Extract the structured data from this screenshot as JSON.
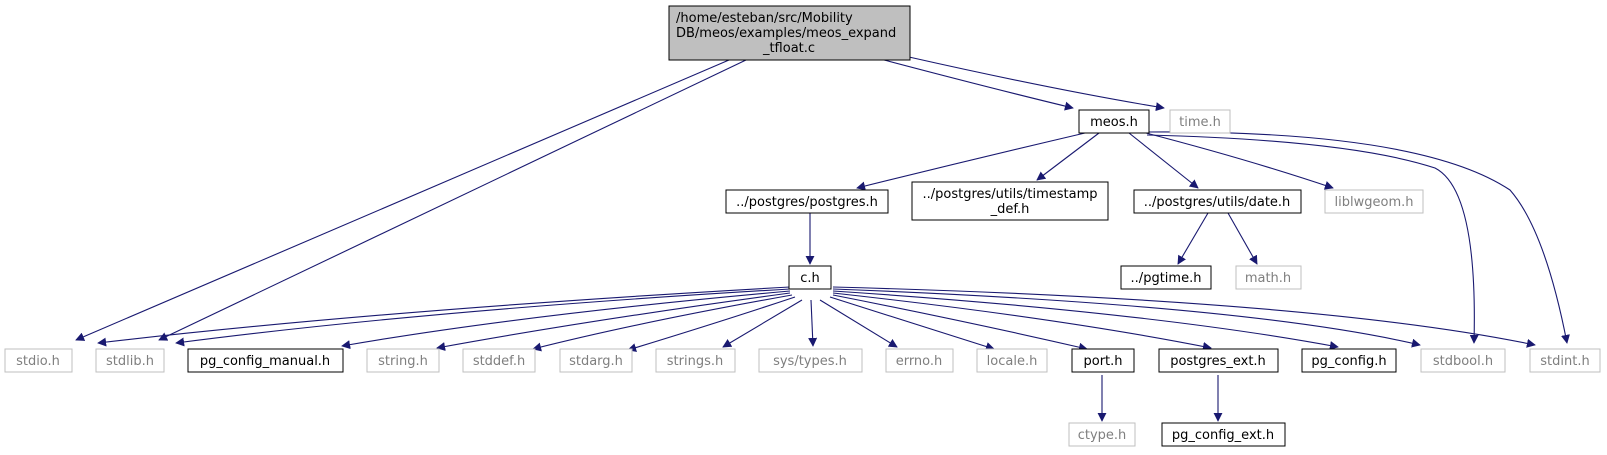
{
  "diagram": {
    "root": {
      "line1": "/home/esteban/src/Mobility",
      "line2": "DB/meos/examples/meos_expand",
      "line3": "_tfloat.c"
    },
    "nodes": {
      "meos_h": "meos.h",
      "time_h": "time.h",
      "postgres_h": "../postgres/postgres.h",
      "timestamp_def_line1": "../postgres/utils/timestamp",
      "timestamp_def_line2": "_def.h",
      "date_h": "../postgres/utils/date.h",
      "liblwgeom_h": "liblwgeom.h",
      "c_h": "c.h",
      "pgtime_h": "../pgtime.h",
      "math_h": "math.h",
      "stdio_h": "stdio.h",
      "stdlib_h": "stdlib.h",
      "pg_config_manual_h": "pg_config_manual.h",
      "string_h": "string.h",
      "stddef_h": "stddef.h",
      "stdarg_h": "stdarg.h",
      "strings_h": "strings.h",
      "sys_types_h": "sys/types.h",
      "errno_h": "errno.h",
      "locale_h": "locale.h",
      "port_h": "port.h",
      "postgres_ext_h": "postgres_ext.h",
      "pg_config_h": "pg_config.h",
      "stdbool_h": "stdbool.h",
      "stdint_h": "stdint.h",
      "ctype_h": "ctype.h",
      "pg_config_ext_h": "pg_config_ext.h"
    },
    "colors": {
      "edge": "#191970",
      "documented_border": "#000000",
      "external_border": "#bfbfbf",
      "external_text": "#7f7f7f",
      "root_fill": "#bfbfbf",
      "node_text": "#000000"
    }
  }
}
